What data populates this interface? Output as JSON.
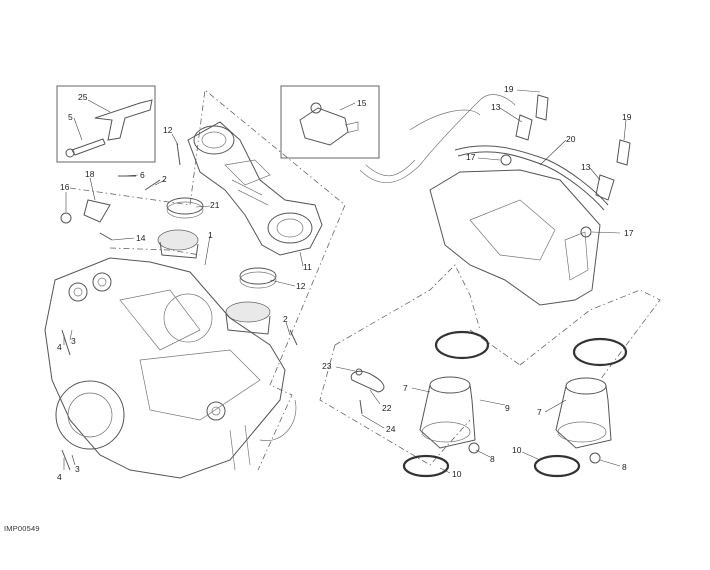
{
  "figure": {
    "code": "IMP00549",
    "callouts": {
      "c25": "25",
      "c5": "5",
      "c15": "15",
      "c12a": "12",
      "c16": "16",
      "c18": "18",
      "c6": "6",
      "c21": "21",
      "c14": "14",
      "c1": "1",
      "c11": "11",
      "c12b": "12",
      "c2a": "2",
      "c2b": "2",
      "c4a": "4",
      "c3a": "3",
      "c4b": "4",
      "c3b": "3",
      "c19a": "19",
      "c13a": "13",
      "c17a": "17",
      "c20": "20",
      "c19b": "19",
      "c13b": "13",
      "c17b": "17",
      "c23": "23",
      "c22": "22",
      "c24": "24",
      "c7a": "7",
      "c9": "9",
      "c10a": "10",
      "c8a": "8",
      "c7b": "7",
      "c10b": "10",
      "c8b": "8"
    }
  }
}
